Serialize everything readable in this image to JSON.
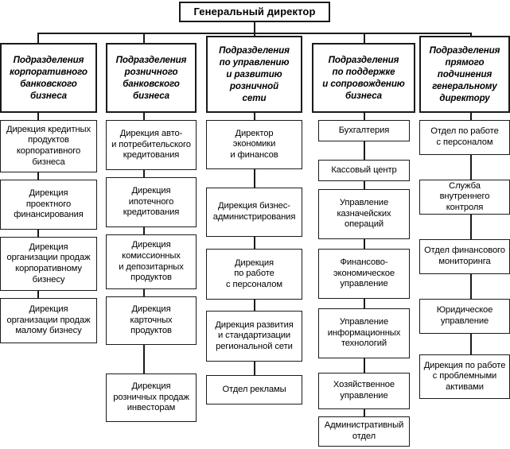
{
  "title": "Генеральный директор",
  "root": {
    "label": "Генеральный директор"
  },
  "columns": [
    {
      "id": "corporate-banking",
      "header": "Подразделения\nкорпоративного\nбанковского\nбизнеса",
      "items": [
        "Дирекция кредитных\nпродуктов\nкорпоративного\nбизнеса",
        "Дирекция\nпроектного\nфинансирования",
        "Дирекция\nорганизации продаж\nкорпоративному\nбизнесу",
        "Дирекция\nорганизации продаж\nмалому бизнесу"
      ]
    },
    {
      "id": "retail-banking",
      "header": "Подразделения\nрозничного\nбанковского\nбизнеса",
      "items": [
        "Дирекция авто-\nи потребительского\nкредитования",
        "Дирекция\nипотечного\nкредитования",
        "Дирекция\nкомиссионных\nи депозитарных\nпродуктов",
        "Дирекция\nкарточных\nпродуктов",
        "Дирекция\nрозничных продаж\nинвесторам"
      ]
    },
    {
      "id": "retail-network",
      "header": "Подразделения\nпо управлению\nи развитию\nрозничной\nсети",
      "items": [
        "Директор\nэкономики\nи финансов",
        "Дирекция бизнес-\nадминистрирования",
        "Дирекция\nпо работе\nс персоналом",
        "Дирекция развития\nи стандартизации\nрегиональной сети",
        "Отдел рекламы"
      ]
    },
    {
      "id": "business-support",
      "header": "Подразделения\nпо поддержке\nи сопровождению\nбизнеса",
      "items": [
        "Бухгалтерия",
        "Кассовый центр",
        "Управление\nказначейских\nопераций",
        "Финансово-\nэкономическое\nуправление",
        "Управление\nинформационных\nтехнологий",
        "Хозяйственное\nуправление",
        "Административный\nотдел"
      ]
    },
    {
      "id": "direct-reports",
      "header": "Подразделения\nпрямого\nподчинения\nгенеральному\nдиректору",
      "items": [
        "Отдел по работе\nс персоналом",
        "Служба внутреннего\nконтроля",
        "Отдел финансового\nмониторинга",
        "Юридическое\nуправление",
        "Дирекция по работе\nс проблемными\nактивами"
      ]
    }
  ],
  "colors": {
    "border": "#1a1a1a",
    "background": "#ffffff",
    "text": "#000000"
  }
}
